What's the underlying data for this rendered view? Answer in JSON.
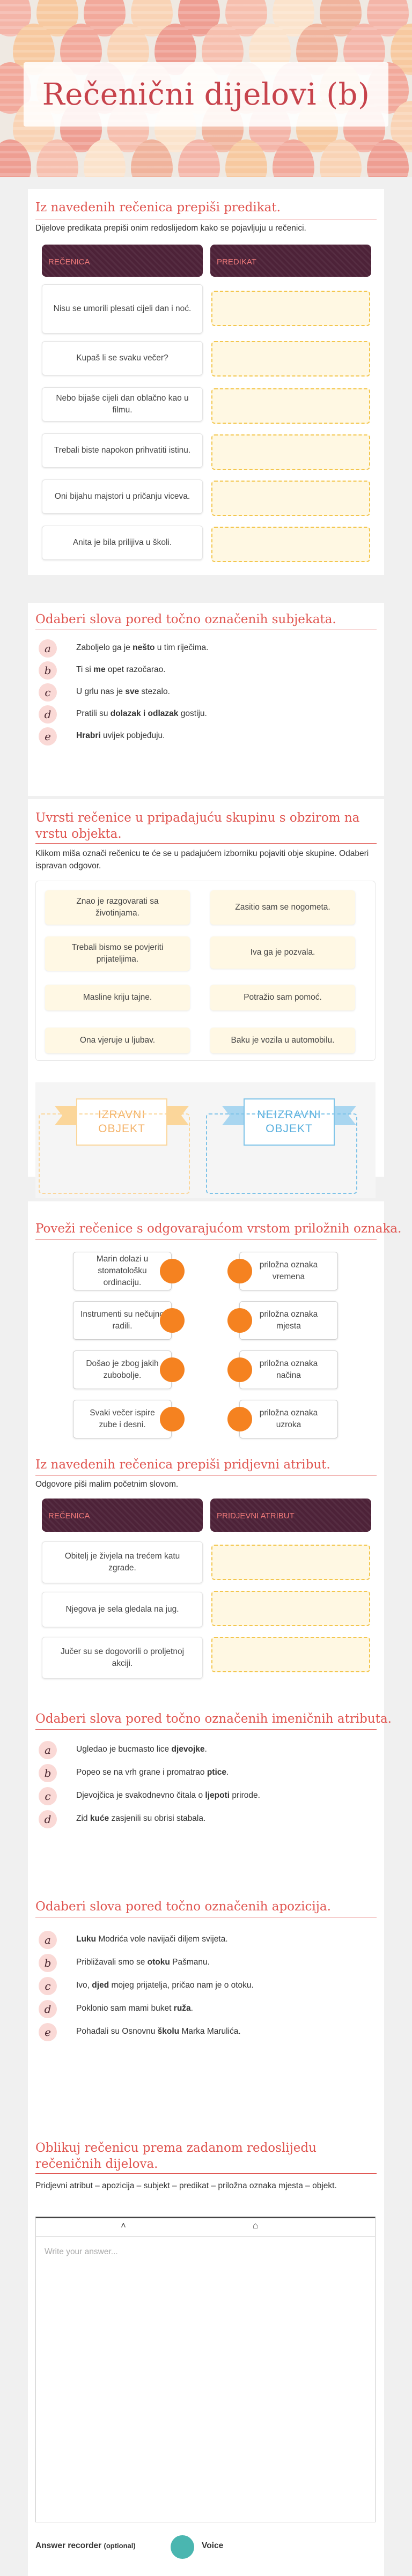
{
  "title": "Rečenični dijelovi (b)",
  "colors": {
    "accent": "#e0544f",
    "header_bg": "#4d2238",
    "drop_border": "#f3c64d",
    "match_dot": "#f58220"
  },
  "s1": {
    "title": "Iz navedenih rečenica prepiši predikat.",
    "instruction": "Dijelove predikata prepiši onim redoslijedom kako se pojavljuju u rečenici.",
    "col_left": "REČENICA",
    "col_right": "PREDIKAT",
    "rows": [
      "Nisu se umorili plesati cijeli dan i noć.",
      "Kupaš li se svaku večer?",
      "Nebo bijaše cijeli dan oblačno kao u filmu.",
      "Trebali biste napokon prihvatiti istinu.",
      "Oni bijahu majstori u pričanju viceva.",
      "Anita je bila prilijiva u školi."
    ]
  },
  "s2": {
    "title": "Odaberi slova pored točno označenih subjekata.",
    "options": [
      {
        "letter": "a",
        "pre": "Zaboljelo ga je ",
        "bold": "nešto",
        "post": " u tim riječima."
      },
      {
        "letter": "b",
        "pre": "Ti si ",
        "bold": "me",
        "post": " opet razočarao."
      },
      {
        "letter": "c",
        "pre": "U grlu nas je ",
        "bold": "sve",
        "post": " stezalo."
      },
      {
        "letter": "d",
        "pre": "Pratili su ",
        "bold": "dolazak i odlazak",
        "post": " gostiju."
      },
      {
        "letter": "e",
        "pre": "",
        "bold": "Hrabri",
        "post": " uvijek pobjeđuju."
      }
    ]
  },
  "s3": {
    "title": "Uvrsti rečenice u pripadajuću skupinu s obzirom na vrstu objekta.",
    "instruction": "Klikom miša označi rečenicu te će se u padajućem izborniku pojaviti obje skupine. Odaberi ispravan odgovor.",
    "chips": [
      "Znao je razgovarati sa životinjama.",
      "Zasitio sam se nogometa.",
      "Trebali bismo se povjeriti prijateljima.",
      "Iva ga je pozvala.",
      "Masline kriju tajne.",
      "Potražio sam pomoć.",
      "Ona vjeruje u ljubav.",
      "Baku je vozila u automobilu."
    ],
    "group_a": "IZRAVNI OBJEKT",
    "group_b": "NEIZRAVNI OBJEKT"
  },
  "s4": {
    "title": "Poveži rečenice s odgovarajućom vrstom priložnih oznaka.",
    "left": [
      "Marin dolazi u stomatološku ordinaciju.",
      "Instrumenti su nečujno radili.",
      "Došao je zbog jakih zubobolje.",
      "Svaki večer ispire zube i desni."
    ],
    "right": [
      "priložna oznaka vremena",
      "priložna oznaka mjesta",
      "priložna oznaka načina",
      "priložna oznaka uzroka"
    ]
  },
  "s5": {
    "title": "Iz navedenih rečenica prepiši pridjevni atribut.",
    "instruction": "Odgovore piši malim početnim slovom.",
    "col_left": "REČENICA",
    "col_right": "PRIDJEVNI ATRIBUT",
    "rows": [
      "Obitelj je živjela na trećem katu zgrade.",
      "Njegova je sela gledala na jug.",
      "Jučer su se dogovorili o proljetnoj akciji."
    ]
  },
  "s6": {
    "title": "Odaberi slova pored točno označenih imeničnih atributa.",
    "options": [
      {
        "letter": "a",
        "pre": "Ugledao je bucmasto lice ",
        "bold": "djevojke",
        "post": "."
      },
      {
        "letter": "b",
        "pre": "Popeo se na vrh grane i promatrao ",
        "bold": "ptice",
        "post": "."
      },
      {
        "letter": "c",
        "pre": "Djevojčica je svakodnevno čitala o ",
        "bold": "ljepoti",
        "post": " prirode."
      },
      {
        "letter": "d",
        "pre": "Zid ",
        "bold": "kuće",
        "post": " zasjenili su obrisi stabala."
      }
    ]
  },
  "s7": {
    "title": "Odaberi slova pored točno označenih apozicija.",
    "options": [
      {
        "letter": "a",
        "pre": "",
        "bold": "Luku",
        "post": " Modrića vole navijači diljem svijeta."
      },
      {
        "letter": "b",
        "pre": "Približavali smo se ",
        "bold": "otoku",
        "post": " Pašmanu."
      },
      {
        "letter": "c",
        "pre": "Ivo, ",
        "bold": "djed",
        "post": " mojeg prijatelja, pričao nam je o otoku."
      },
      {
        "letter": "d",
        "pre": "Poklonio sam mami buket ",
        "bold": "ruža",
        "post": "."
      },
      {
        "letter": "e",
        "pre": "Pohađali su Osnovnu ",
        "bold": "školu",
        "post": " Marka Marulića."
      }
    ]
  },
  "s8": {
    "title": "Oblikuj rečenicu prema zadanom redoslijedu rečeničnih dijelova.",
    "instruction": "Pridjevni atribut – apozicija – subjekt – predikat – priložna oznaka mjesta – objekt.",
    "placeholder": "Write your answer...",
    "recorder_label": "Answer recorder",
    "recorder_optional": "(optional)",
    "voice_label": "Voice"
  }
}
